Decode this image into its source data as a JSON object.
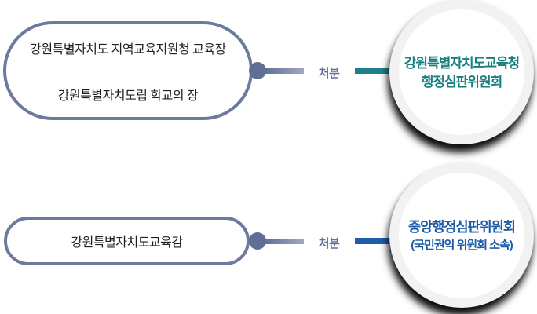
{
  "diagram": {
    "background": "#ffffff",
    "colors": {
      "pill_border": "#6b7a9e",
      "pill_text": "#1f1f1f",
      "connector_dot": "#5f6f93",
      "disposition_label": "#656e96",
      "teal_arrow": "#1e7f8b",
      "teal_text": "#17807f",
      "blue_arrow": "#1f5dab",
      "blue_text": "#1d5ca9",
      "circle_ring": "#f2f2f2",
      "circle_shadow": "#0b0b0b"
    },
    "rows": [
      {
        "source": {
          "line1": "강원특별자치도 지역교육지원청 교육장",
          "line2": "강원특별자치도립 학교의 장"
        },
        "arrow_label": "처분",
        "target": {
          "line1": "강원특별자치도교육청",
          "line2": "행정심판위원회",
          "text_color": "#17807f"
        }
      },
      {
        "source": {
          "line1": "강원특별자치도교육감"
        },
        "arrow_label": "처분",
        "target": {
          "line1": "중앙행정심판위원회",
          "line2": "(국민권익 위원회 소속)",
          "text_color": "#1d5ca9"
        }
      }
    ]
  }
}
